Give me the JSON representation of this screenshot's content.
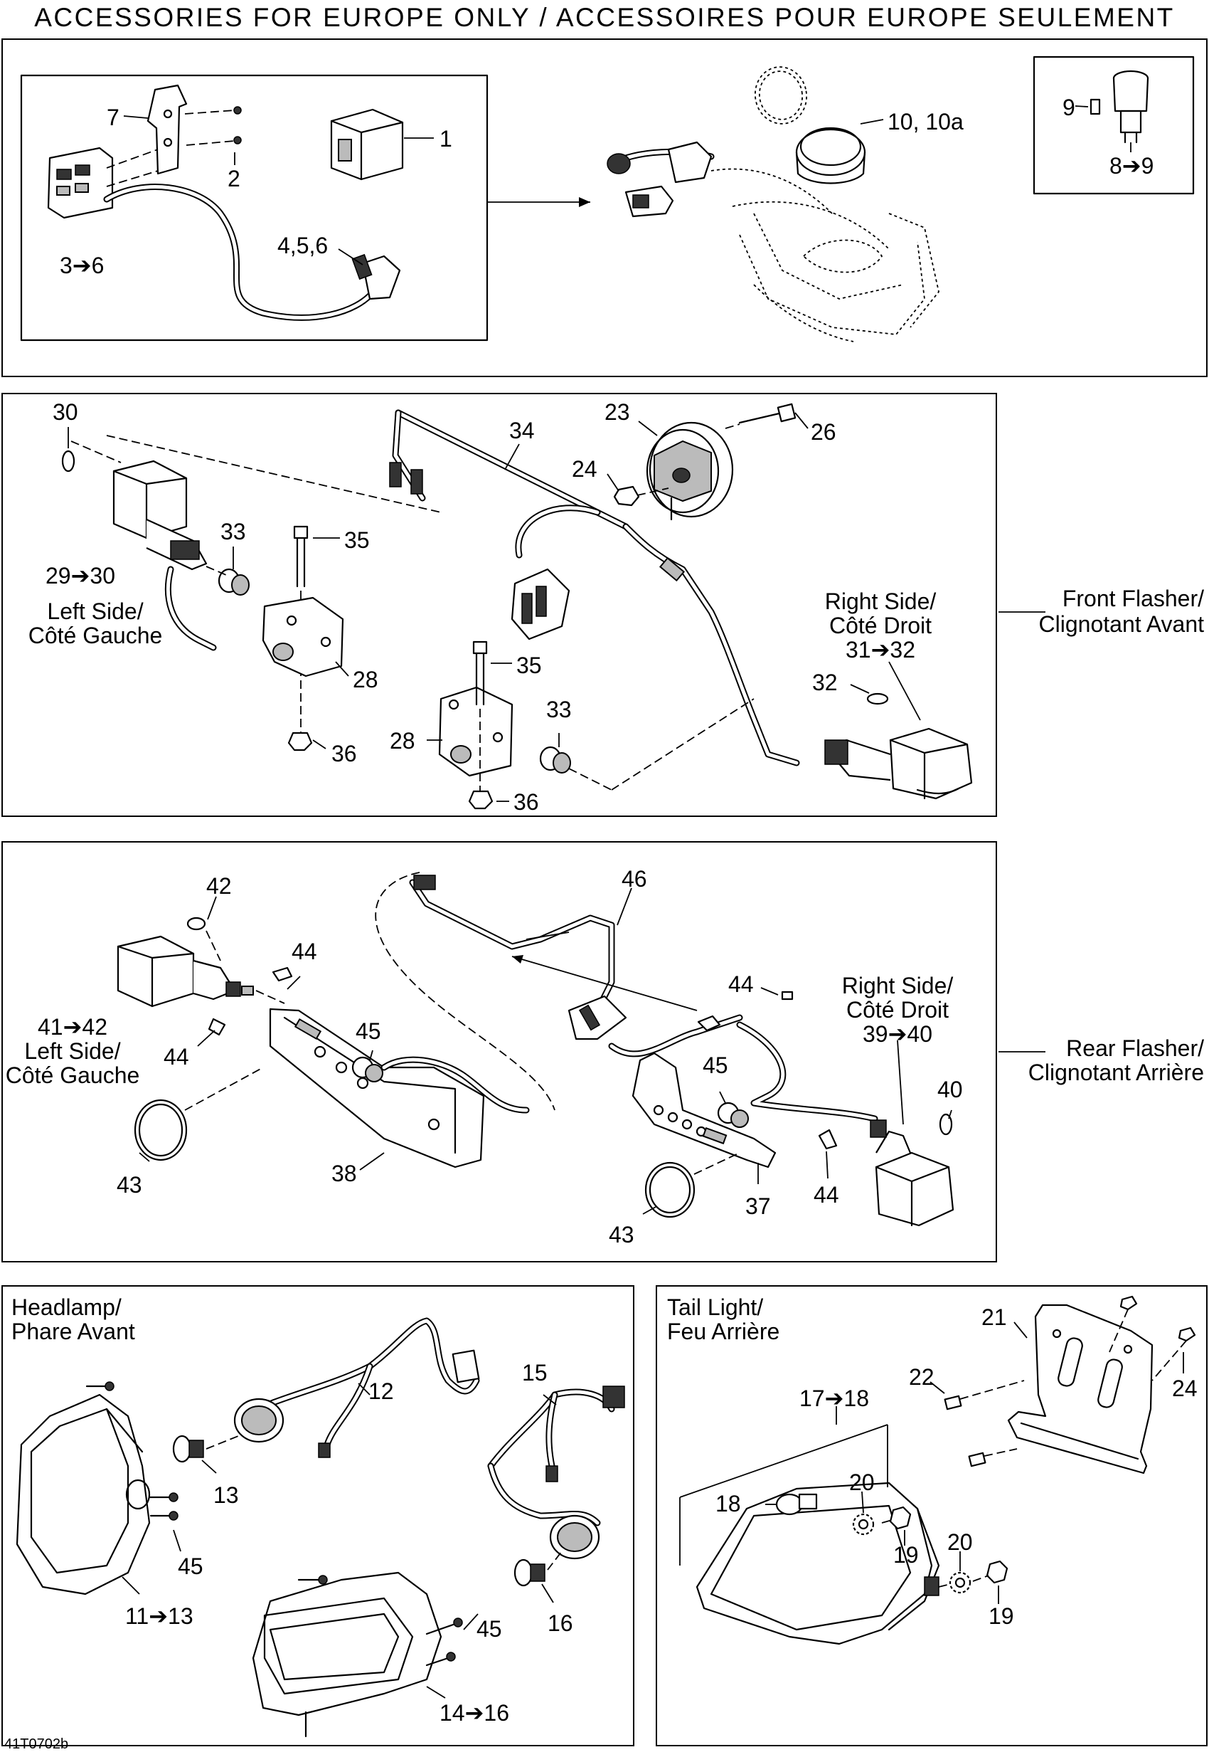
{
  "page_title": "ACCESSORIES FOR EUROPE ONLY / ACCESSOIRES POUR EUROPE SEULEMENT",
  "drawing_ref": "41T0702b",
  "panel1": {
    "callouts": {
      "c7": "7",
      "c1": "1",
      "c2": "2",
      "c3to6": "3➔6",
      "c456": "4,5,6",
      "c10": "10, 10a",
      "c9": "9",
      "c8to9": "8➔9"
    }
  },
  "panel2": {
    "left_side": [
      "Left Side/",
      "Côté Gauche"
    ],
    "right_side": [
      "Right Side/",
      "Côté Droit",
      "31➔32"
    ],
    "group_label": [
      "Front Flasher/",
      "Clignotant Avant"
    ],
    "callouts": {
      "c30": "30",
      "c29to30": "29➔30",
      "c33a": "33",
      "c35a": "35",
      "c28a": "28",
      "c36a": "36",
      "c34": "34",
      "c23": "23",
      "c26": "26",
      "c24": "24",
      "c35b": "35",
      "c33b": "33",
      "c28b": "28",
      "c36b": "36",
      "c32": "32"
    }
  },
  "panel3": {
    "left_side": [
      "41➔42",
      "Left Side/",
      "Côté Gauche"
    ],
    "right_side": [
      "Right Side/",
      "Côté Droit",
      "39➔40"
    ],
    "group_label": [
      "Rear Flasher/",
      "Clignotant Arrière"
    ],
    "callouts": {
      "c42": "42",
      "c46": "46",
      "c44a": "44",
      "c44b": "44",
      "c44c": "44",
      "c44d": "44",
      "c45a": "45",
      "c45b": "45",
      "c43a": "43",
      "c43b": "43",
      "c38": "38",
      "c37": "37",
      "c40": "40"
    }
  },
  "panel4": {
    "heading": [
      "Headlamp/",
      "Phare Avant"
    ],
    "callouts": {
      "c12": "12",
      "c15": "15",
      "c13": "13",
      "c45a": "45",
      "c11to13": "11➔13",
      "c45b": "45",
      "c16": "16",
      "c14to16": "14➔16"
    }
  },
  "panel5": {
    "heading": [
      "Tail Light/",
      "Feu Arrière"
    ],
    "callouts": {
      "c21": "21",
      "c22": "22",
      "c24": "24",
      "c17to18": "17➔18",
      "c18": "18",
      "c20a": "20",
      "c19a": "19",
      "c20b": "20",
      "c19b": "19"
    }
  }
}
